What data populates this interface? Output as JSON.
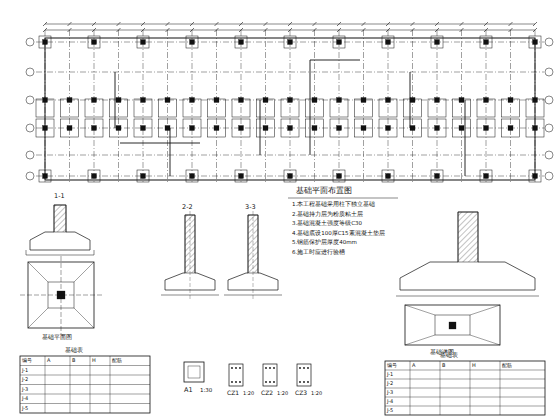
{
  "diagram": {
    "labels": [
      "基础平面布置图",
      "1.本工程基础采用柱下独立基础",
      "2.基础持力层为粉质粘土层",
      "3.基础混凝土强度等级C30",
      "4.基础底设100厚C15素混凝土垫层",
      "5.钢筋保护层厚度40mm",
      "6.施工时应进行验槽",
      "1-1",
      "基础平面图",
      "2-2",
      "3-3",
      "基础详图",
      "A1",
      "1:30",
      "CZ1",
      "1:20",
      "CZ2",
      "1:20",
      "CZ3",
      "1:20",
      "基础表",
      "编号",
      "A",
      "B",
      "H",
      "配筋",
      "J-1",
      "J-2",
      "J-3",
      "J-4",
      "J-5",
      "基础表",
      "编号",
      "A",
      "B",
      "H",
      "配筋",
      "J-1",
      "J-2",
      "J-3",
      "J-4",
      "J-5"
    ]
  }
}
